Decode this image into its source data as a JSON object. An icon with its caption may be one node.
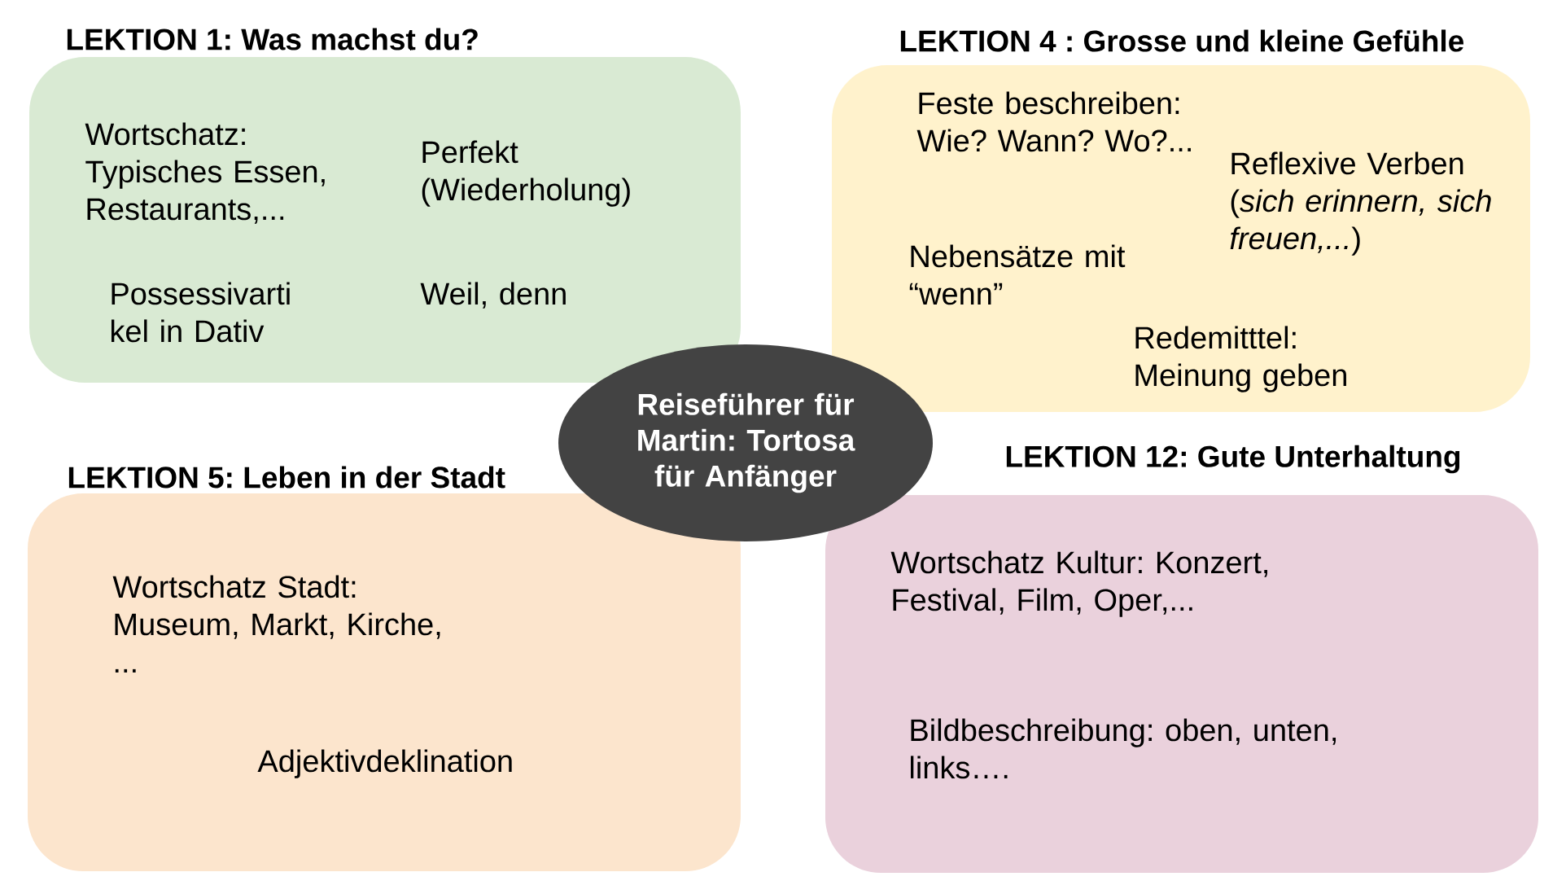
{
  "diagram": {
    "nodes": [
      {
        "text": [
          "LEKTION 1: Was machst du?",
          "Wortschatz: Typisches Essen, Restaurants,...",
          "Perfekt (Wiederholung)",
          "Possessivarti kel in Dativ",
          "Weil, denn"
        ]
      },
      {
        "text": [
          "LEKTION 4 : Grosse und kleine Gefühle",
          "Feste beschreiben: Wie? Wann? Wo?...",
          "Reflexive Verben (*sich erinnern, sich freuen,...*)",
          "Nebensätze mit “wenn”",
          "Redemitttel: Meinung geben"
        ]
      },
      {
        "text": [
          "Reiseführer für Martin: Tortosa für Anfänger"
        ]
      },
      {
        "text": [
          "LEKTION 5: Leben in der Stadt",
          "Wortschatz Stadt: Museum, Markt, Kirche, ...",
          "Adjektivdeklination"
        ]
      },
      {
        "text": [
          "LEKTION 12: Gute Unterhaltung",
          "Wortschatz Kultur: Konzert, Festival, Film, Oper,...",
          "Bildbeschreibung: oben, unten, links…."
        ]
      }
    ]
  }
}
